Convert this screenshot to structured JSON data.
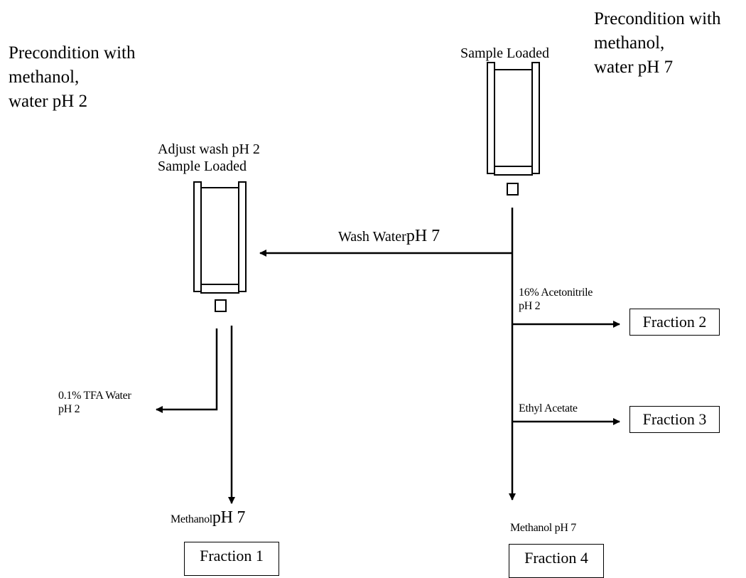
{
  "left_column": {
    "precondition": [
      "Precondition with",
      "methanol,",
      "water  pH 2"
    ],
    "cartridge_label": [
      "Adjust wash pH 2",
      "Sample Loaded"
    ],
    "wash_label": [
      "0.1% TFA Water",
      "pH 2"
    ],
    "elution_label": {
      "text": "Methanol",
      "ph": "pH 7"
    },
    "fraction": "Fraction 1"
  },
  "right_column": {
    "precondition": [
      "Precondition with",
      "methanol,",
      "water pH 7"
    ],
    "cartridge_label": "Sample Loaded",
    "wash_transfer": {
      "text": "Wash Water",
      "ph": "pH 7"
    },
    "step_1": {
      "label": [
        "16% Acetonitrile",
        "pH 2"
      ],
      "fraction": "Fraction 2"
    },
    "step_2": {
      "label": "Ethyl Acetate",
      "fraction": "Fraction 3"
    },
    "elution_label": "Methanol pH 7",
    "fraction": "Fraction 4"
  },
  "colors": {
    "stroke": "#000000",
    "background": "#ffffff"
  }
}
